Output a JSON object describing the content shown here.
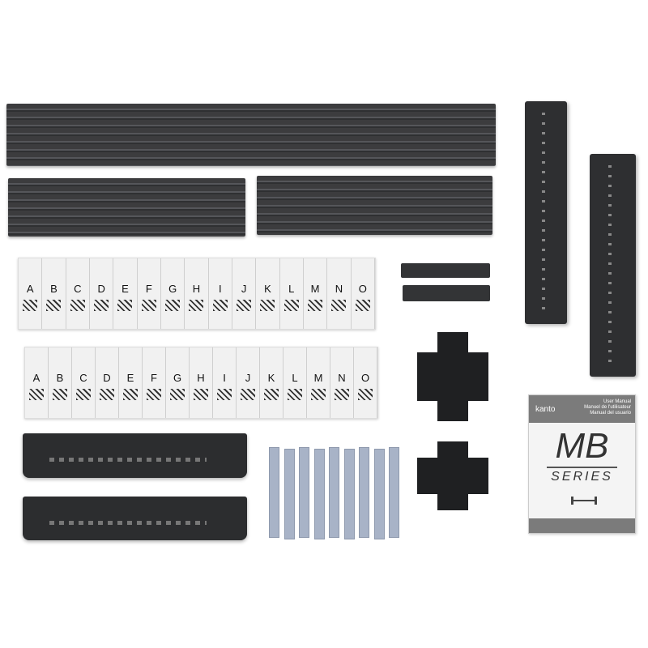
{
  "bag_labels": [
    "A",
    "B",
    "C",
    "D",
    "E",
    "F",
    "G",
    "H",
    "I",
    "J",
    "K",
    "L",
    "M",
    "N",
    "O"
  ],
  "manual": {
    "brand": "kanto",
    "titles": [
      "User Manual",
      "Manuel de l'utilisateur",
      "Manual del usuario"
    ],
    "series_name": "MB",
    "series_word": "SERIES"
  },
  "colors": {
    "metal": "#2e2f31",
    "shim": "#a8b3c7",
    "background": "#ffffff"
  }
}
